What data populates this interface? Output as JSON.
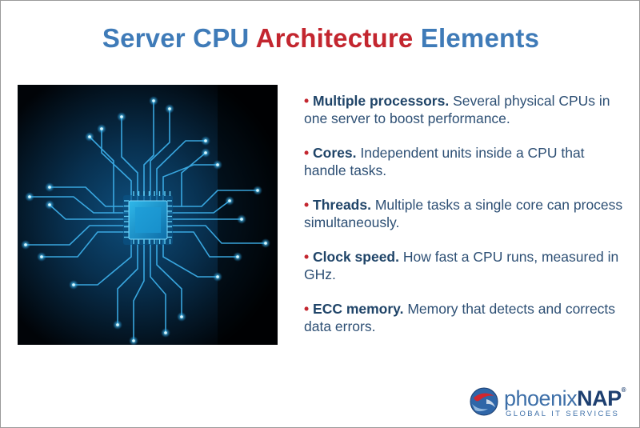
{
  "title": {
    "part1": "Server CPU",
    "part2": "Architecture",
    "part3": "Elements",
    "colors": {
      "primary": "#3f7bb8",
      "accent": "#c3262f"
    }
  },
  "hero": {
    "icon": "circuit-board-cpu-image"
  },
  "bullets": [
    {
      "term": "Multiple processors.",
      "desc": "Several physical CPUs in one server to boost performance."
    },
    {
      "term": "Cores.",
      "desc": "Independent units inside a CPU that handle tasks."
    },
    {
      "term": "Threads.",
      "desc": "Multiple tasks a single core can process simultaneously."
    },
    {
      "term": "Clock speed.",
      "desc": "How fast a CPU runs, measured in GHz."
    },
    {
      "term": "ECC memory.",
      "desc": "Memory that detects and corrects data errors."
    }
  ],
  "bullet_marker": "•",
  "logo": {
    "brand_part1": "phoenix",
    "brand_part2": "NAP",
    "registered": "®",
    "tagline": "GLOBAL IT SERVICES",
    "icon": "globe-icon"
  }
}
